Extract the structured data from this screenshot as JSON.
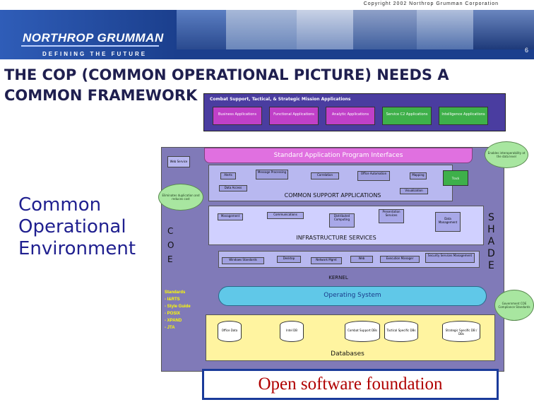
{
  "header": {
    "copyright": "Copyright 2002 Northrop Grumman Corporation",
    "logo": "NORTHROP GRUMMAN",
    "tagline": "DEFINING THE FUTURE",
    "page_number": "6"
  },
  "title": "THE COP (COMMON OPERATIONAL PICTURE) NEEDS A COMMON FRAMEWORK",
  "side_text": [
    "Common",
    "Operational",
    "Environment"
  ],
  "mission": {
    "heading": "Combat Support, Tactical, & Strategic Mission Applications",
    "apps": [
      "Business Applications",
      "Functional Applications",
      "Analytic Applications",
      "Service C2 Applications",
      "Intelligence Applications"
    ]
  },
  "api_bar": "Standard Application Program Interfaces",
  "support": {
    "title": "COMMON SUPPORT APPLICATIONS",
    "top_left": "Web Service",
    "items": [
      "Alerts",
      "Message Processing",
      "Correlation",
      "Office Automation",
      "Mapping"
    ],
    "left_small": "Data Access",
    "right_small": "Visualization",
    "corner": "Track"
  },
  "infra": {
    "title": "INFRASTRUCTURE SERVICES",
    "items": [
      "Management",
      "Communications",
      "Distributed Computing",
      "Presentation Services",
      "Data Management"
    ]
  },
  "cope_letters": [
    "C",
    "O",
    "E"
  ],
  "kernel": {
    "title": "KERNEL",
    "items": [
      "Windows Standards",
      "Desktop",
      "Network Mgmt",
      "Web",
      "Execution Manager",
      "Security Services Management"
    ],
    "os": "Operating System"
  },
  "standards": {
    "heading": "Standards",
    "items": [
      "- I&RTS",
      "- Style Guide",
      "- POSIX",
      "- XPAND",
      "- JTA"
    ]
  },
  "databases": {
    "label": "Databases",
    "items": [
      "Office Data",
      "Intel DB",
      "Combat Support DBs",
      "Tactical Specific DBs",
      "Strategic Specific DB / DBs"
    ]
  },
  "bubbles": {
    "right_top": "Enables interoperability at the data level",
    "left_mid": "Eliminates duplication and reduces cost",
    "right_bottom": "Government COE Compliance Standards"
  },
  "side_tags": [
    "S",
    "H",
    "A",
    "D",
    "E"
  ],
  "footer": "Open software foundation",
  "colors": {
    "banner": "#0d2a6e",
    "title": "#1f1f4f",
    "cop_frame": "#807ab8",
    "mission_box": "#4a3da0",
    "app_box": "#c040c8",
    "service_app": "#3eb04a",
    "api_bar": "#e070e0",
    "support_bar": "#b8b8f0",
    "kernel_bar": "#60c8e8",
    "database": "#fff4a0",
    "footer_text": "#b00000",
    "bubble": "#a8e6a0"
  }
}
